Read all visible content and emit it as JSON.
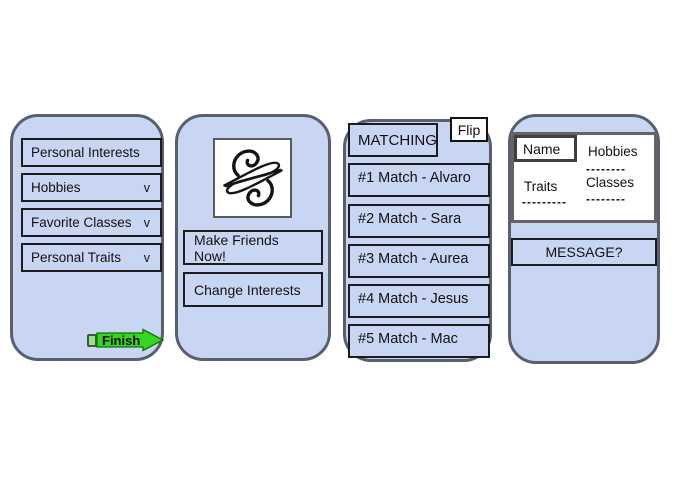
{
  "colors": {
    "card_bg": "#c9d6f3",
    "card_border": "#5a606b",
    "box_border": "#1c1c1c",
    "panel_border": "#636363",
    "finish_green": "#35d61f",
    "finish_tail_gray": "#4e4e4e",
    "text": "#111111"
  },
  "screens": {
    "interests": {
      "buttons": [
        {
          "label": "Personal Interests",
          "dropdown": ""
        },
        {
          "label": "Hobbies",
          "dropdown": "v"
        },
        {
          "label": "Favorite Classes",
          "dropdown": "v"
        },
        {
          "label": "Personal Traits",
          "dropdown": "v"
        }
      ],
      "finish_label": "Finish"
    },
    "home": {
      "logo_icon": "calligraphic-flourish",
      "primary_button": "Make Friends Now!",
      "secondary_button": "Change Interests"
    },
    "matching": {
      "title": "MATCHING",
      "flip_button": "Flip",
      "matches": [
        "#1 Match - Alvaro",
        "#2 Match - Sara",
        "#3 Match - Aurea",
        "#4 Match - Jesus",
        "#5 Match - Mac"
      ]
    },
    "profile": {
      "name_label": "Name",
      "fields": [
        {
          "label": "Hobbies",
          "value": "--------"
        },
        {
          "label": "Traits",
          "value": "---------"
        },
        {
          "label": "Classes",
          "value": "--------"
        }
      ],
      "message_button": "MESSAGE?"
    }
  }
}
